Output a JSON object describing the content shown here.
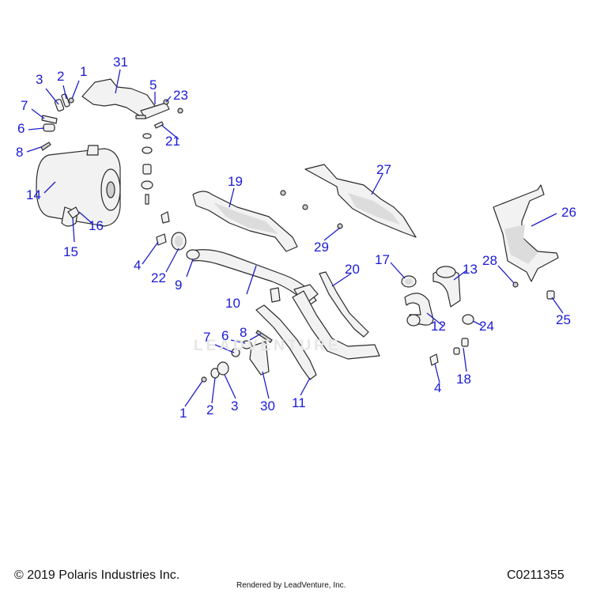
{
  "diagram": {
    "callouts": [
      "1",
      "2",
      "3",
      "7",
      "6",
      "8",
      "14",
      "15",
      "16",
      "31",
      "5",
      "23",
      "21",
      "19",
      "4",
      "22",
      "9",
      "10",
      "27",
      "29",
      "20",
      "17",
      "13",
      "28",
      "26",
      "12",
      "24",
      "25",
      "18",
      "11",
      "30"
    ],
    "callouts_lower": [
      "7",
      "6",
      "8",
      "1",
      "2",
      "3",
      "4"
    ],
    "watermark": "LEADVENTURE"
  },
  "footer": {
    "copyright": "© 2019 Polaris Industries Inc.",
    "rendered_by": "Rendered by LeadVenture, Inc.",
    "diagram_code": "C0211355"
  },
  "colors": {
    "callout": "#1a1ad6",
    "leader": "#1f1fc8",
    "outline": "#2b2b2b"
  }
}
